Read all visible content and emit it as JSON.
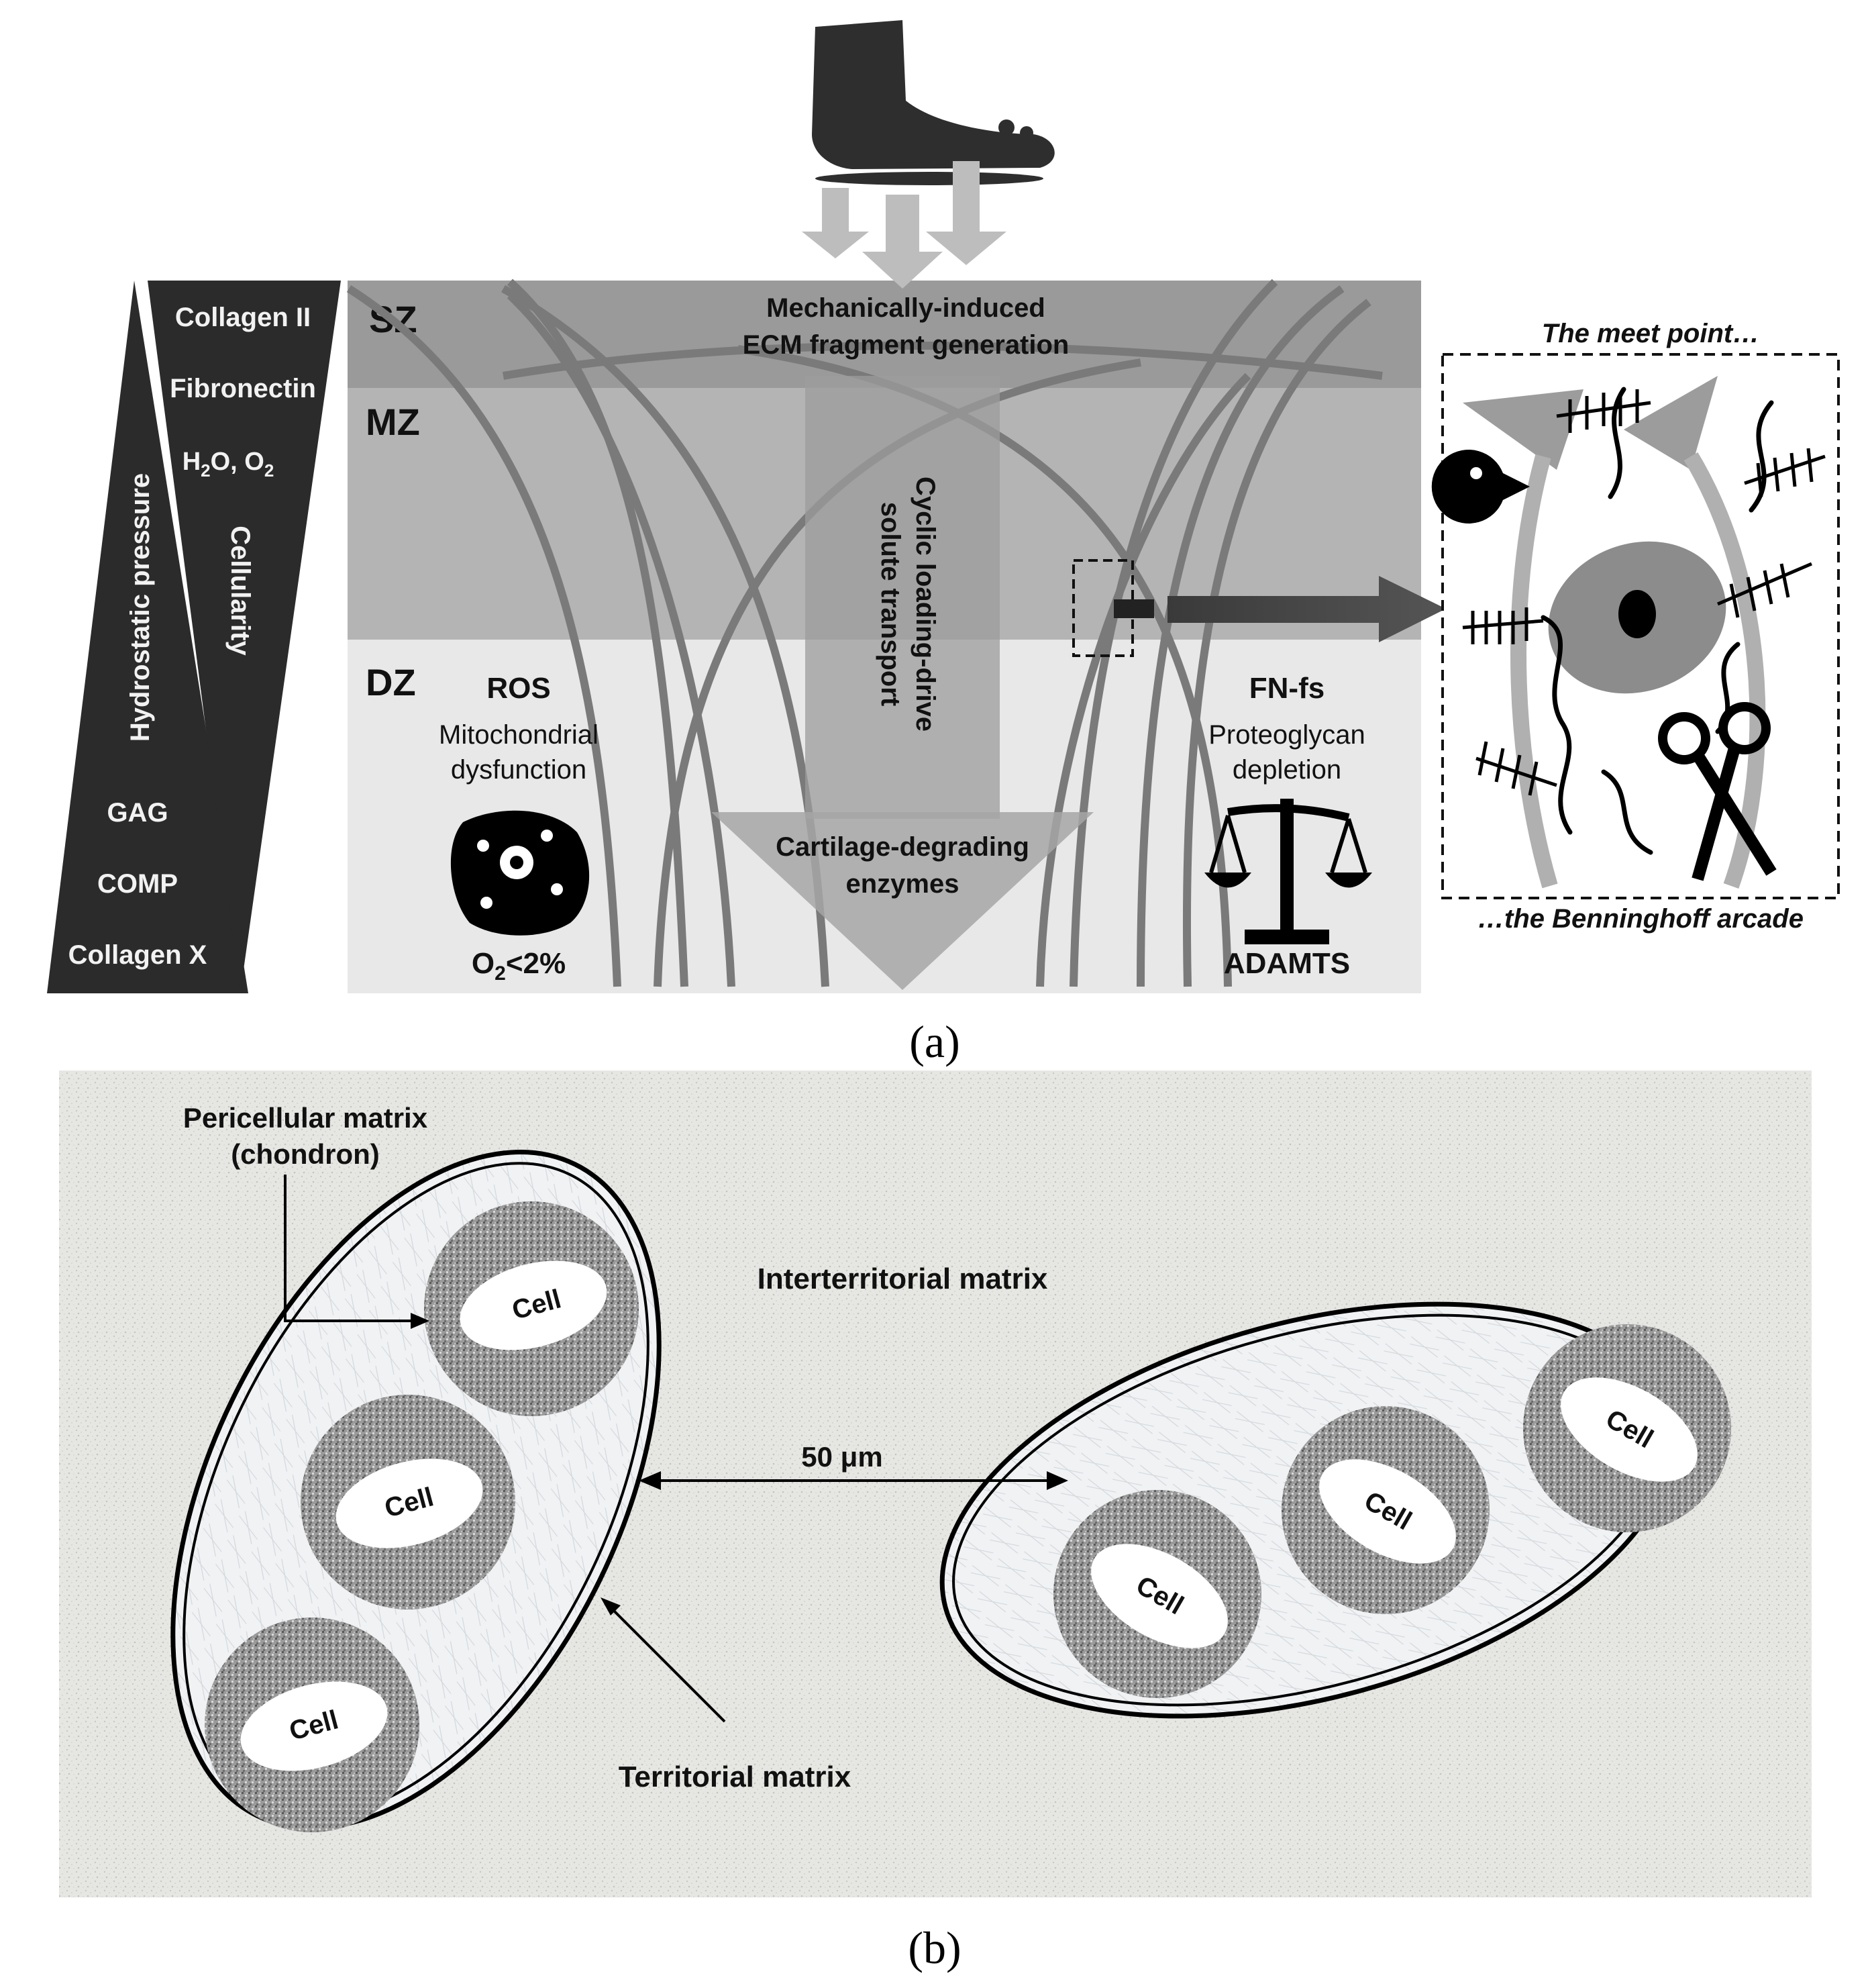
{
  "panel_a": {
    "left_wedge_top": [
      "Collagen II",
      "Fibronectin"
    ],
    "left_wedge_h2o": "H",
    "left_wedge_h2o_sub": "2",
    "left_wedge_h2o_mid": "O, O",
    "left_wedge_h2o_sub2": "2",
    "left_wedge_cellularity": "Cellularity",
    "left_wedge_hydrostatic": "Hydrostatic pressure",
    "left_wedge_bottom": [
      "GAG",
      "COMP",
      "Collagen X"
    ],
    "zones": {
      "sz": "SZ",
      "mz": "MZ",
      "dz": "DZ"
    },
    "top_text_line1": "Mechanically-induced",
    "top_text_line2": "ECM fragment generation",
    "center_vertical_line1": "Cyclic loading-drive",
    "center_vertical_line2": "solute transport",
    "arrow_text_line1": "Cartilage-degrading",
    "arrow_text_line2": "enzymes",
    "ros": "ROS",
    "mito_line1": "Mitochondrial",
    "mito_line2": "dysfunction",
    "o2_prefix": "O",
    "o2_sub": "2",
    "o2_suffix": "<2%",
    "fnfs": "FN-fs",
    "proteo_line1": "Proteoglycan",
    "proteo_line2": "depletion",
    "adamts": "ADAMTS",
    "meet_top": "The meet point…",
    "meet_bottom": "…the Benninghoff arcade",
    "caption": "(a)",
    "icons": [
      "foot-icon",
      "pacman-icon",
      "scissors-icon",
      "balance-scale-icon",
      "mitochondrion-icon",
      "chondrocyte-icon"
    ]
  },
  "panel_b": {
    "pericellular_line1": "Pericellular matrix",
    "pericellular_line2": "(chondron)",
    "interterritorial": "Interterritorial matrix",
    "territorial": "Territorial matrix",
    "distance": "50 μm",
    "cell_label": "Cell",
    "caption": "(b)"
  }
}
